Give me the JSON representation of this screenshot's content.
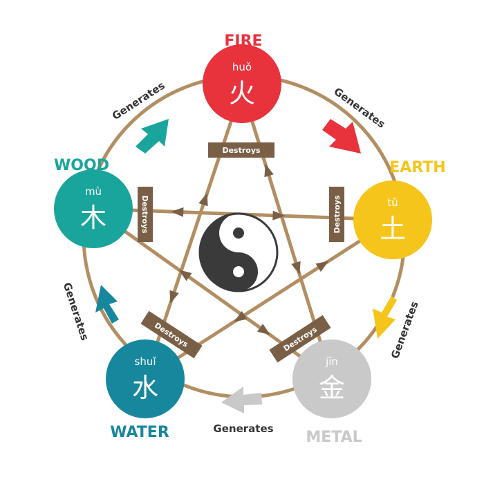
{
  "colors": {
    "fire": "#e8323c",
    "earth": "#f6c51b",
    "metal": "#c9c9c9",
    "water": "#17879e",
    "wood": "#1aa59c",
    "line": "#b28e62",
    "destroys_label_bg": "#7a5f47",
    "arrow_fire_earth": "#e8323c",
    "arrow_earth_metal": "#f6c51b",
    "arrow_metal_water": "#c9c9c9",
    "arrow_water_wood": "#17879e",
    "arrow_wood_fire": "#1aa59c",
    "yinyang_dark": "#3a3a3a"
  },
  "elements": {
    "fire": {
      "name": "FIRE",
      "pinyin": "huǒ",
      "hanzi": "火"
    },
    "earth": {
      "name": "EARTH",
      "pinyin": "tǔ",
      "hanzi": "土"
    },
    "metal": {
      "name": "METAL",
      "pinyin": "jīn",
      "hanzi": "金"
    },
    "water": {
      "name": "WATER",
      "pinyin": "shuǐ",
      "hanzi": "水"
    },
    "wood": {
      "name": "WOOD",
      "pinyin": "mù",
      "hanzi": "木"
    }
  },
  "generates": {
    "fire_earth": "Generates",
    "earth_metal": "Generates",
    "metal_water": "Generates",
    "water_wood": "Generates",
    "wood_fire": "Generates"
  },
  "destroys": {
    "top": "Destroys",
    "right": "Destroys",
    "bottom_right": "Destroys",
    "bottom_left": "Destroys",
    "left": "Destroys"
  }
}
